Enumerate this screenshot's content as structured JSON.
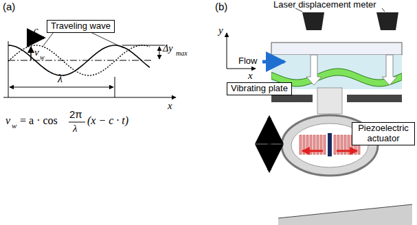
{
  "diagram": {
    "nodes": [
      {
        "text": [
          "Traveling wave"
        ]
      },
      {
        "text": [
          "Vibrating plate"
        ]
      },
      {
        "text": [
          "Piezoelectric actuator"
        ]
      }
    ],
    "labels": [
      "(a)",
      "(b)",
      "c",
      "v",
      "w",
      "Δy",
      "max",
      "λ",
      "x",
      "v",
      "w",
      "= a · cos",
      "2π",
      "λ",
      "(x − c · t)",
      "Laser displacement meter",
      "y",
      "x",
      "Flow"
    ]
  }
}
